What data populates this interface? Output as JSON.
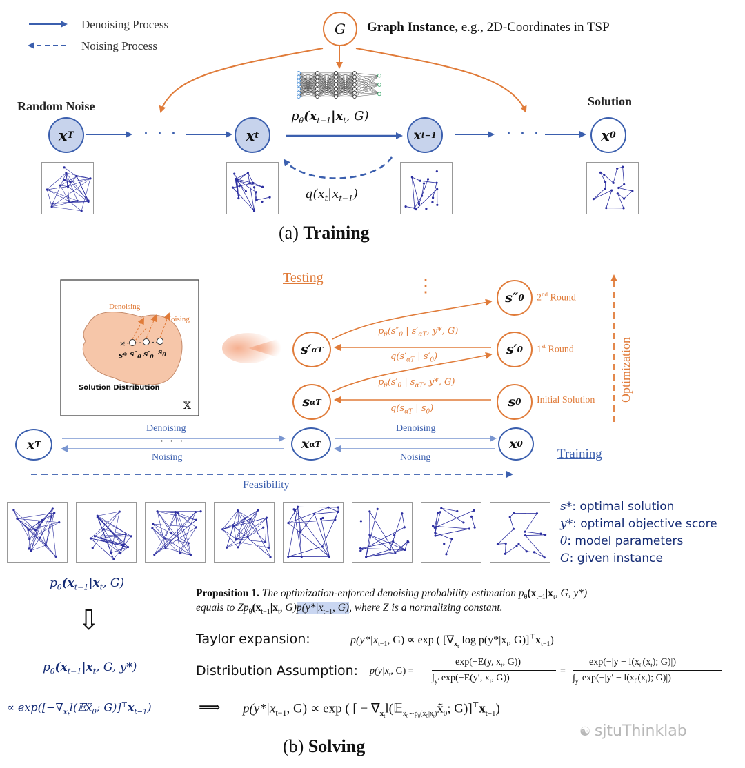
{
  "legend": {
    "denoising": "Denoising Process",
    "noising": "Noising Process"
  },
  "training": {
    "graph_node": "G",
    "graph_instance_bold": "Graph Instance,",
    "graph_instance_rest": " e.g., 2D-Coordinates in TSP",
    "random_noise": "Random Noise",
    "solution": "Solution",
    "node_xT": "x",
    "node_xT_sub": "T",
    "node_xt": "x",
    "node_xt_sub": "t",
    "node_xt1": "x",
    "node_xt1_sub": "t−1",
    "node_x0": "x",
    "node_x0_sub": "0",
    "dots": "· · ·",
    "ptheta": "p",
    "ptheta_sub": "θ",
    "ptheta_args": "(x",
    "ptheta_args_sub": "t−1",
    "ptheta_args_rest": "|x",
    "ptheta_args_sub2": "t",
    "ptheta_args_end": ", G)",
    "q_label": "q(x",
    "q_sub": "t",
    "q_mid": "|x",
    "q_sub2": "t−1",
    "q_end": ")",
    "caption_a": "(a)",
    "caption_b": "Training"
  },
  "solving": {
    "testing": "Testing",
    "training": "Training",
    "vdots": "⋮",
    "optimization": "Optimization",
    "feasibility": "Feasibility",
    "second_round": "2",
    "second_round_sup": "nd",
    "second_round_rest": " Round",
    "first_round": "1",
    "first_round_sup": "st",
    "first_round_rest": " Round",
    "initial_solution": "Initial Solution",
    "denoising_1": "Denoising",
    "noising_1": "Noising",
    "denoising_2": "Denoising",
    "noising_2": "Noising",
    "dots": "· · ·",
    "p_second": "p",
    "p_second_sub": "θ",
    "p_second_args": "(s″",
    "p_second_args_sub": "0",
    "p_second_args_rest": " | s′",
    "p_second_args_sub2": "αT",
    "p_second_args_end": ", y*, G)",
    "q_first": "q(s′",
    "q_first_sub": "αT",
    "q_first_mid": " | s′",
    "q_first_sub2": "0",
    "q_first_end": ")",
    "p_first": "p",
    "p_first_sub": "θ",
    "p_first_args": "(s′",
    "p_first_args_sub": "0",
    "p_first_args_rest": " | s",
    "p_first_args_sub2": "αT",
    "p_first_args_end": ", y*, G)",
    "q_init": "q(s",
    "q_init_sub": "αT",
    "q_init_mid": " | s",
    "q_init_sub2": "0",
    "q_init_end": ")",
    "inset_denoising": "Denoising",
    "inset_noising": "Noising",
    "inset_caption": "Solution Distribution",
    "inset_X": "𝕏",
    "inset_s_star": "s*",
    "inset_s0pp": "s″",
    "inset_s0pp_sub": "0",
    "inset_s0p": "s′",
    "inset_s0p_sub": "0",
    "inset_s0": "s",
    "inset_s0_sub": "0",
    "node_xT": "x",
    "node_xT_sub": "T",
    "node_xaT": "x",
    "node_xaT_sub": "αT",
    "node_x0": "x",
    "node_x0_sub": "0",
    "node_saT": "s",
    "node_saT_sub": "αT",
    "node_spaT": "s′",
    "node_spaT_sub": "αT",
    "node_s0": "s",
    "node_s0_sub": "0",
    "node_sp0": "s′",
    "node_sp0_sub": "0",
    "node_spp0": "s″",
    "node_spp0_sub": "0",
    "caption_b": "(b)",
    "caption_solving": "Solving"
  },
  "definitions": [
    {
      "sym": "s*",
      "text": ": optimal solution"
    },
    {
      "sym": "y*",
      "text": ": optimal objective score"
    },
    {
      "sym": "θ",
      "text": ": model parameters"
    },
    {
      "sym": "G",
      "text": ": given instance"
    }
  ],
  "left_formulas": {
    "f1": "p",
    "f1_sub": "θ",
    "f1_rest": "(x",
    "f1_sub2": "t−1",
    "f1_mid": "|x",
    "f1_sub3": "t",
    "f1_end": ", G)",
    "arrow": "⇩",
    "f2": "p",
    "f2_sub": "θ",
    "f2_rest": "(x",
    "f2_sub2": "t−1",
    "f2_mid": "|x",
    "f2_sub3": "t",
    "f2_end": ", G, y*)",
    "f3": "∝ exp([−∇",
    "f3_sub": "x",
    "f3_sub_sub": "t",
    "f3_mid": "l(𝔼x̃",
    "f3_sub2": "0",
    "f3_end": "; G)]",
    "f3_sup": "⊤",
    "f3_tail": "x",
    "f3_tail_sub": "t−1",
    "f3_close": ")"
  },
  "proposition": {
    "label": "Proposition 1.",
    "text1": " The optimization-enforced denoising probability estimation p",
    "text1_sub": "θ",
    "text1_end": "(x",
    "text1_sub2": "t−1",
    "text1_end2": "|x",
    "text1_sub3": "t",
    "text1_end3": ", G, y*)",
    "text2": "equals to Zp",
    "text2_sub": "θ",
    "text2_mid": "(x",
    "text2_sub2": "t−1",
    "text2_mid2": "|x",
    "text2_sub3": "t",
    "text2_mid3": ", G)",
    "text2_highlight": "p(y*|x",
    "text2_hl_sub": "t−1",
    "text2_hl_end": ", G)",
    "text2_end": ", where Z is a normalizing constant."
  },
  "taylor": {
    "label": "Taylor expansion:",
    "formula": "p(y*|x",
    "sub": "t−1",
    "mid": ", G) ∝ exp ( [∇",
    "sub2": "x",
    "sub2_sub": "t",
    "rest": " log p(y*|x",
    "sub3": "t",
    "rest2": ", G)]",
    "sup": "⊤",
    "tail": "x",
    "tail_sub": "t−1",
    "close": ")"
  },
  "distribution": {
    "label": "Distribution Assumption:",
    "lhs": "p(y|x",
    "lhs_sub": "t",
    "lhs_end": ", G) =",
    "num1": "exp(−E(y, x",
    "num1_sub": "t",
    "num1_end": ", G))",
    "den1": "∫",
    "den1_sub": "y′",
    "den1_rest": " exp(−E(y′, x",
    "den1_sub2": "t",
    "den1_end": ", G))",
    "eq": "=",
    "num2": "exp(−|y − l(x",
    "num2_sub": "0",
    "num2_mid": "(x",
    "num2_sub2": "t",
    "num2_end": "); G)|)",
    "den2": "∫",
    "den2_sub": "y′",
    "den2_rest": " exp(−|y′ − l(x",
    "den2_sub2": "0",
    "den2_mid": "(x",
    "den2_sub3": "t",
    "den2_end": "); G)|)"
  },
  "final": {
    "implies": "⟹",
    "formula": "p(y*|x",
    "sub": "t−1",
    "mid": ", G)  ∝  exp ( [ − ∇",
    "sub2": "x",
    "sub2_sub": "t",
    "rest": "l(𝔼",
    "sub3": "x̃",
    "sub3_sub": "0",
    "sub3_rest": "∼p̃",
    "sub3_theta": "θ",
    "sub3_end": "(x̃",
    "sub3_sub2": "0",
    "sub3_end2": "|x",
    "sub3_sub4": "t",
    "sub3_close": ")",
    "rest2": "x̃",
    "rest2_sub": "0",
    "rest3": "; G)]",
    "sup": "⊤",
    "tail": "x",
    "tail_sub": "t−1",
    "close": ")"
  },
  "watermark": "sjtuThinklab",
  "colors": {
    "blue": "#3b5fae",
    "light_blue": "#c7d3ec",
    "orange": "#e07b39",
    "navy": "#132a74",
    "graph": "#2c2fa0",
    "blob": "#f6c6a9"
  }
}
